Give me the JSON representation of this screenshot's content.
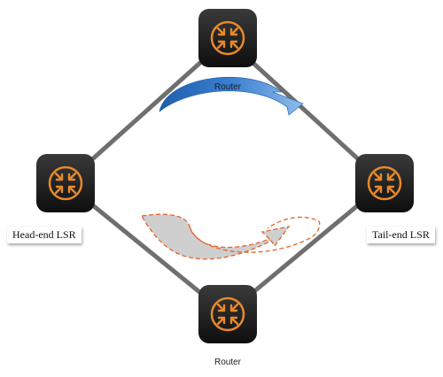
{
  "nodes": {
    "top": {
      "label": "Router",
      "icon": "router-icon"
    },
    "left": {
      "label": "Head-end LSR",
      "icon": "router-icon"
    },
    "right": {
      "label": "Tail-end LSR",
      "icon": "router-icon"
    },
    "bottom": {
      "label": "Router",
      "icon": "router-icon"
    }
  },
  "colors": {
    "link": "#6f6f6f",
    "router_body": "#1c1c1c",
    "router_accent": "#e8892b",
    "primary_path_arrow": "#2f6fc4",
    "backup_path_outline": "#e8632b",
    "backup_path_fill": "#cfcfcf"
  }
}
